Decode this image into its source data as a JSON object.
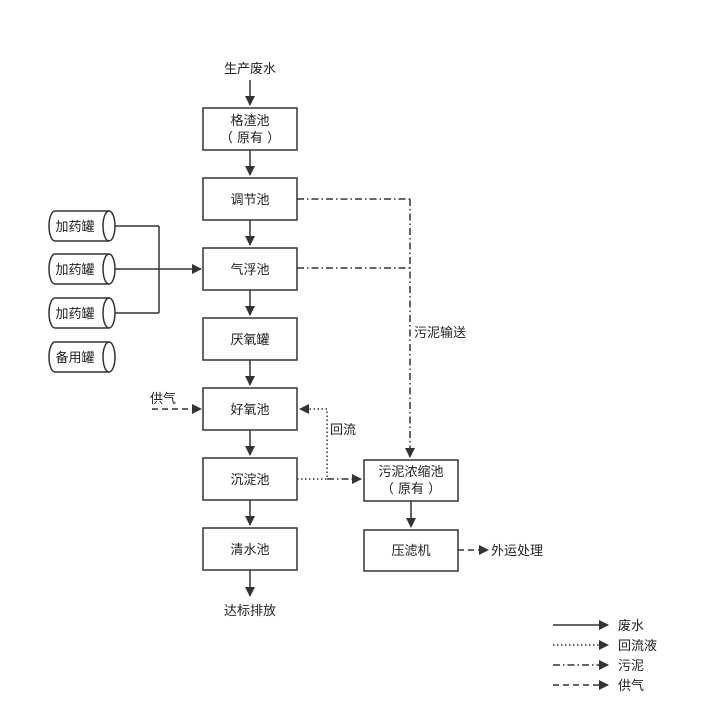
{
  "input_label": "生产废水",
  "output_label": "达标排放",
  "processes": {
    "screen": {
      "name": "格渣池",
      "note": "（ 原有 ）"
    },
    "equalization": {
      "name": "调节池"
    },
    "flotation": {
      "name": "气浮池"
    },
    "anaerobic": {
      "name": "厌氧罐"
    },
    "aerobic": {
      "name": "好氧池"
    },
    "sedimentation": {
      "name": "沉淀池"
    },
    "clear_water": {
      "name": "清水池"
    },
    "sludge_thickener": {
      "name": "污泥浓缩池",
      "note": "（ 原有 ）"
    },
    "filter_press": {
      "name": "压滤机"
    }
  },
  "tanks": [
    {
      "label": "加药罐"
    },
    {
      "label": "加药罐"
    },
    {
      "label": "加药罐"
    },
    {
      "label": "备用罐"
    }
  ],
  "flow_labels": {
    "air_supply": "供气",
    "recirculation": "回流",
    "sludge_transport": "污泥输送",
    "disposal": "外运处理"
  },
  "legend": [
    {
      "label": "废水",
      "style": "solid"
    },
    {
      "label": "回流液",
      "style": "dotted"
    },
    {
      "label": "污泥",
      "style": "dash-dot"
    },
    {
      "label": "供气",
      "style": "dashed"
    }
  ],
  "colors": {
    "line": "#333333",
    "text": "#222222"
  }
}
